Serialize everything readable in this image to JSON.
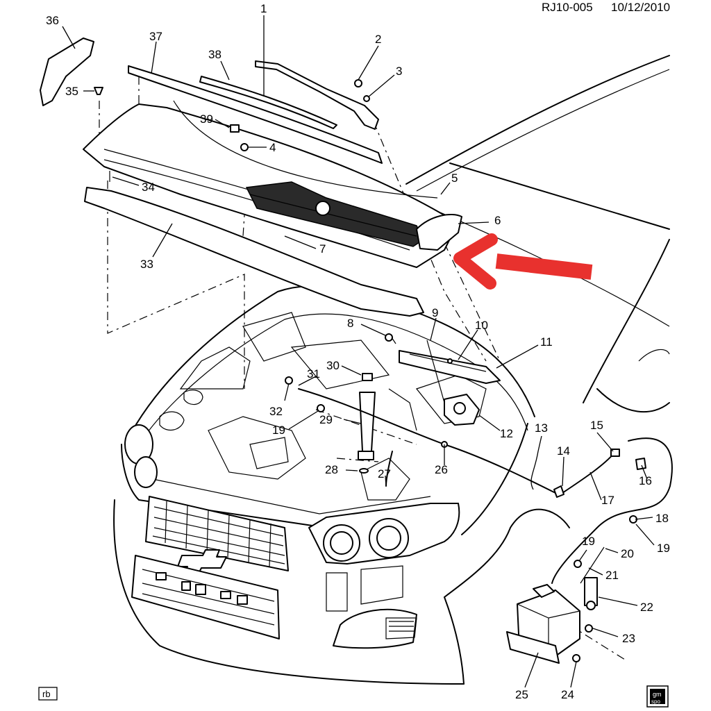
{
  "header": {
    "code": "RJ10-005",
    "date": "10/12/2010"
  },
  "footer": {
    "left_badge": "rb",
    "right_badge_top": "gm",
    "right_badge_bottom": "spo"
  },
  "callouts": [
    "1",
    "2",
    "3",
    "4",
    "5",
    "6",
    "7",
    "8",
    "9",
    "10",
    "11",
    "12",
    "13",
    "14",
    "15",
    "16",
    "17",
    "18",
    "19",
    "20",
    "21",
    "22",
    "23",
    "24",
    "25",
    "26",
    "27",
    "28",
    "29",
    "30",
    "31",
    "32",
    "33",
    "34",
    "35",
    "36",
    "37",
    "38",
    "39",
    "19",
    "19"
  ],
  "highlight_arrow": {
    "color": "#e8312e"
  }
}
